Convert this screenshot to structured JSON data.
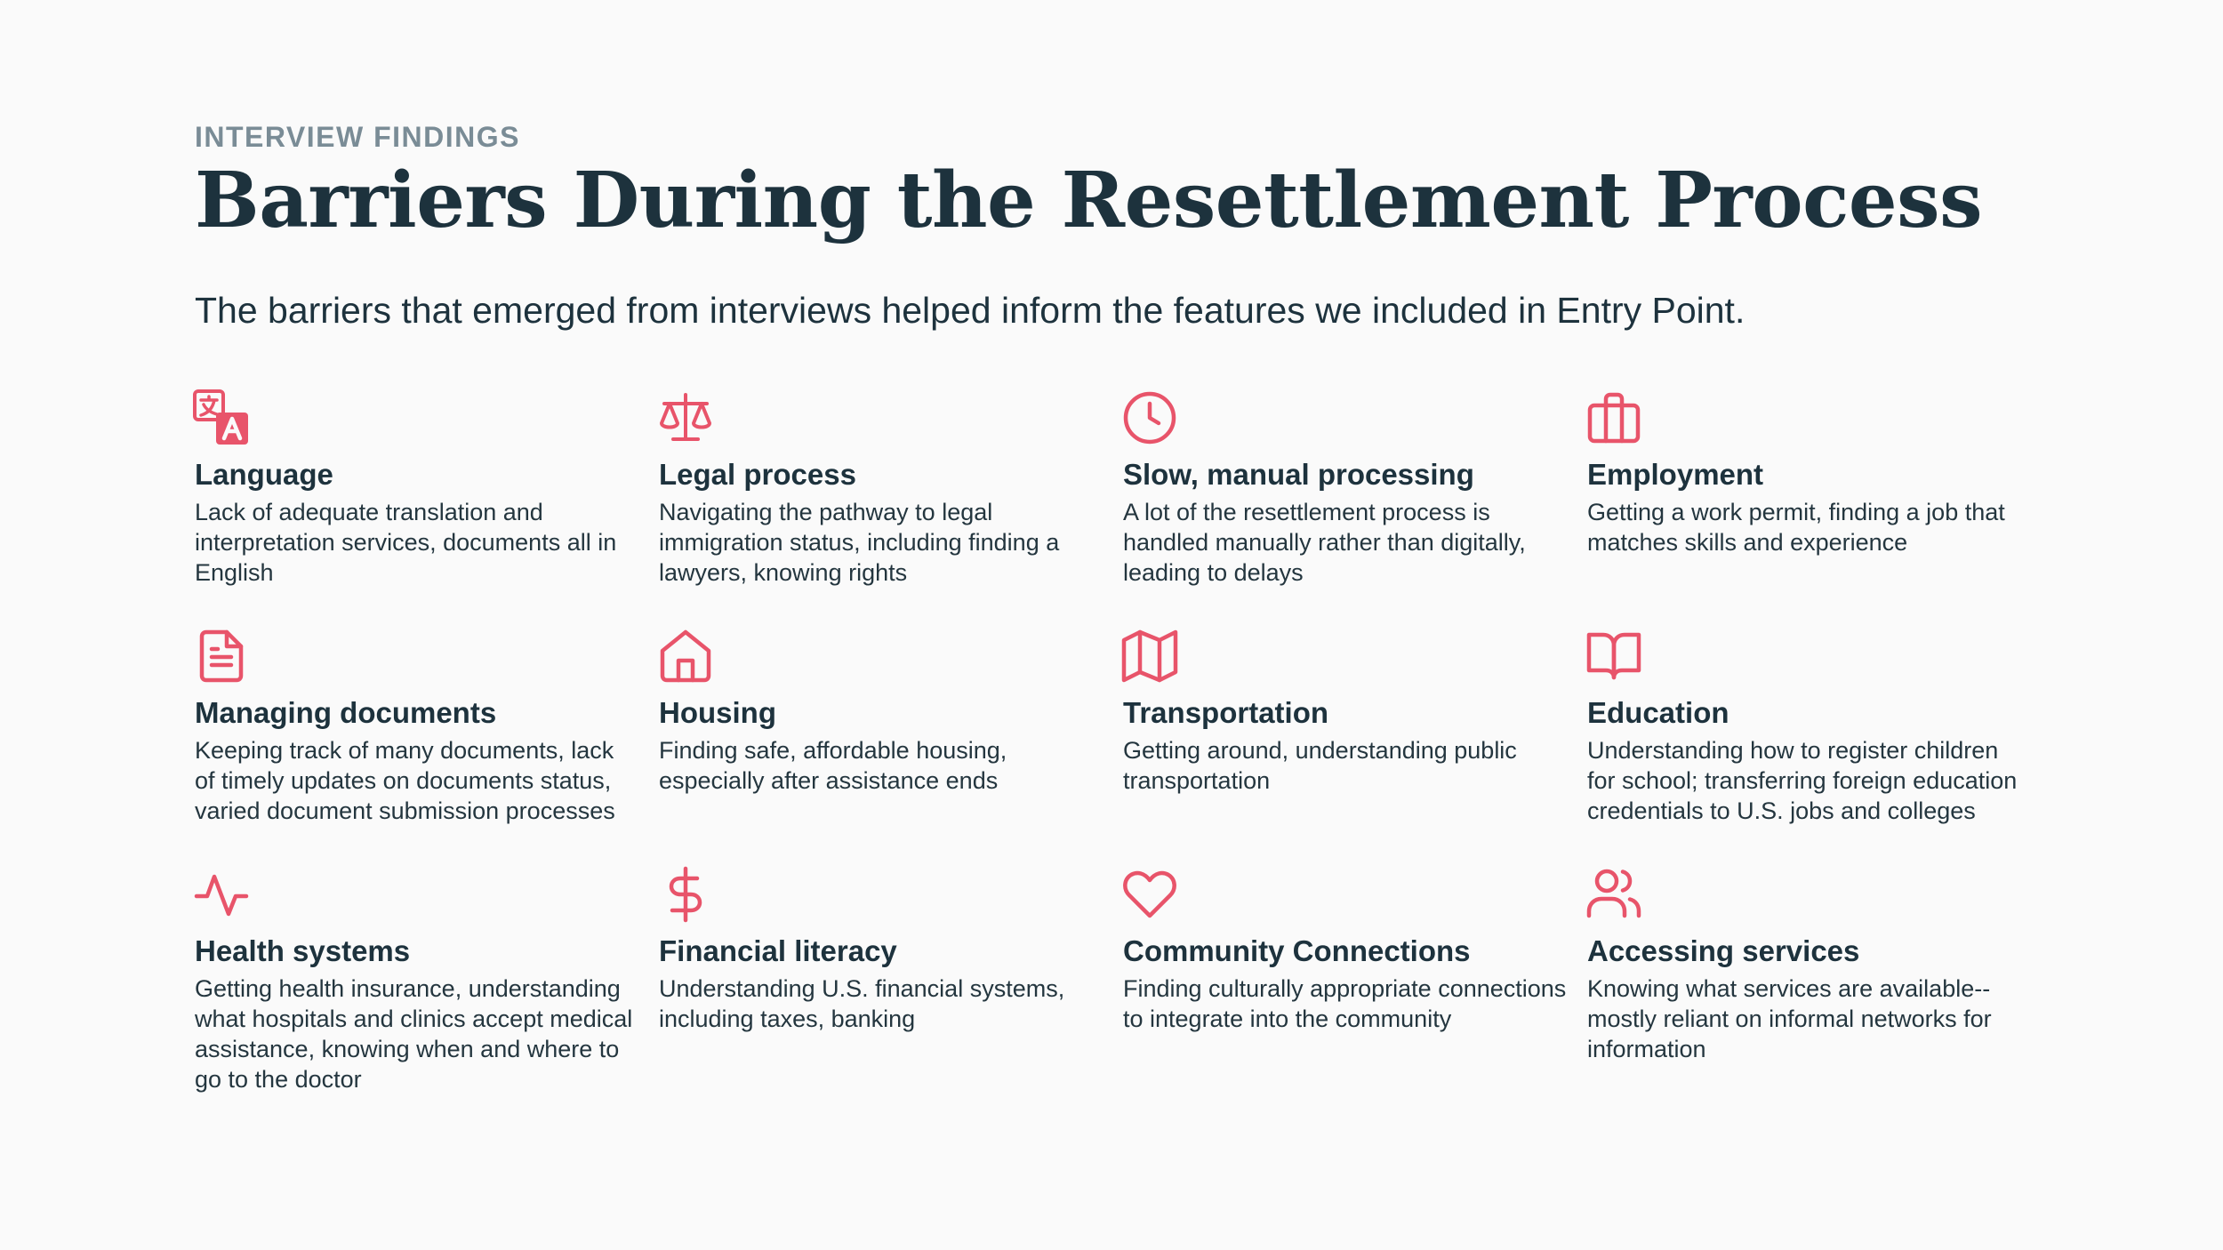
{
  "header": {
    "eyebrow": "INTERVIEW FINDINGS",
    "title": "Barriers During the Resettlement Process",
    "subtitle": "The barriers that emerged from interviews helped inform the features we included in Entry Point."
  },
  "colors": {
    "accent": "#e8546a",
    "text": "#1d323d",
    "eyebrow": "#7a8c96",
    "background": "#fafafa"
  },
  "barriers": [
    {
      "icon": "translate-icon",
      "title": "Language",
      "description": "Lack of adequate translation and interpretation services, documents all in English"
    },
    {
      "icon": "scale-icon",
      "title": "Legal process",
      "description": "Navigating the pathway to legal immigration status, including finding a lawyers, knowing rights"
    },
    {
      "icon": "clock-icon",
      "title": "Slow, manual processing",
      "description": "A lot of the resettlement process is handled manually rather than digitally, leading to delays"
    },
    {
      "icon": "briefcase-icon",
      "title": "Employment",
      "description": "Getting a work permit, finding a job that matches skills and experience"
    },
    {
      "icon": "document-icon",
      "title": "Managing documents",
      "description": "Keeping track of many documents, lack of timely updates on documents status, varied document submission processes"
    },
    {
      "icon": "house-icon",
      "title": "Housing",
      "description": "Finding safe, affordable housing, especially after assistance ends"
    },
    {
      "icon": "map-icon",
      "title": "Transportation",
      "description": "Getting around, understanding public transportation"
    },
    {
      "icon": "book-icon",
      "title": "Education",
      "description": "Understanding how to register children for school; transferring foreign education credentials to U.S. jobs and colleges"
    },
    {
      "icon": "pulse-icon",
      "title": "Health systems",
      "description": "Getting health insurance, understanding what hospitals and clinics accept medical assistance, knowing when and where to go to the doctor"
    },
    {
      "icon": "dollar-icon",
      "title": "Financial literacy",
      "description": "Understanding U.S. financial systems, including taxes, banking"
    },
    {
      "icon": "heart-icon",
      "title": "Community Connections",
      "description": "Finding culturally appropriate connections to integrate into the community"
    },
    {
      "icon": "users-icon",
      "title": "Accessing services",
      "description": "Knowing what services are available--mostly reliant on informal networks for information"
    }
  ]
}
